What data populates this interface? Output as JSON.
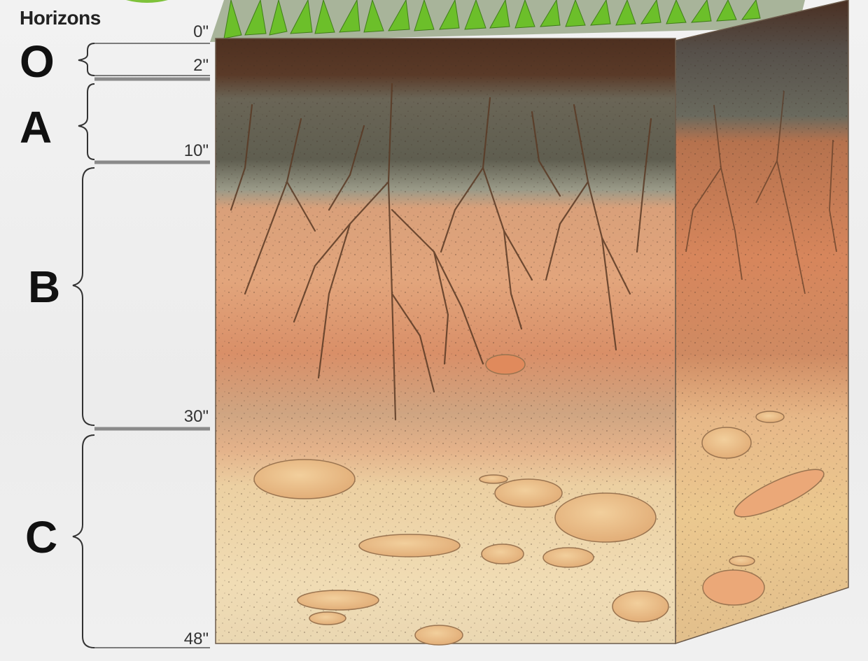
{
  "title": "Horizons",
  "horizons": [
    {
      "label": "O"
    },
    {
      "label": "A"
    },
    {
      "label": "B"
    },
    {
      "label": "C"
    }
  ],
  "depths": [
    "0\"",
    "2\"",
    "10\"",
    "30\"",
    "48\""
  ],
  "colors": {
    "grass": "#6cbf2a",
    "o_layer": "#5a3a2a",
    "a_layer": "#6b6a5a",
    "b_layer": "#d89a6a",
    "c_layer": "#ead2a6",
    "roots": "#5a3a25"
  }
}
